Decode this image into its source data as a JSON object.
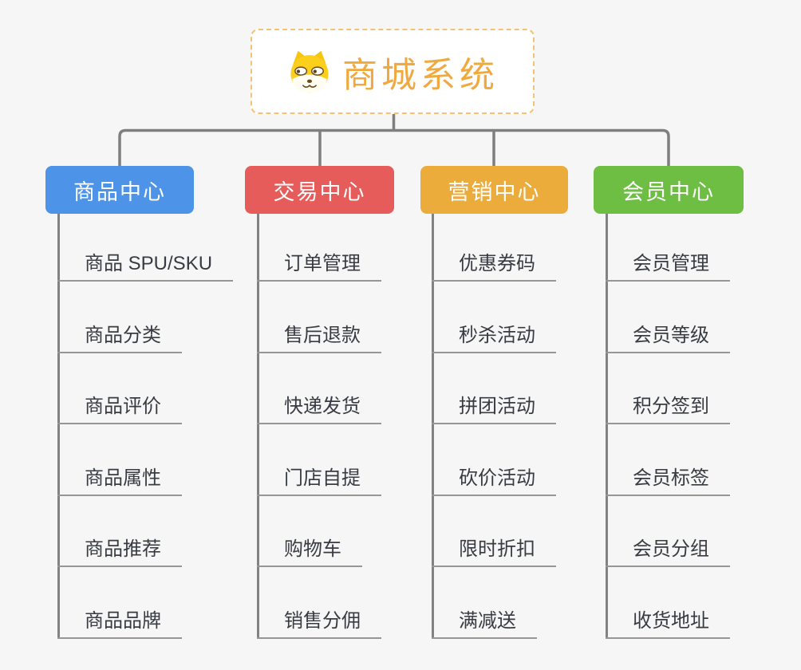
{
  "root": {
    "title": "商城系统",
    "icon": "dog-face-icon"
  },
  "branches": [
    {
      "label": "商品中心",
      "color": "#4d94e9",
      "items": [
        "商品 SPU/SKU",
        "商品分类",
        "商品评价",
        "商品属性",
        "商品推荐",
        "商品品牌"
      ]
    },
    {
      "label": "交易中心",
      "color": "#e65c5b",
      "items": [
        "订单管理",
        "售后退款",
        "快递发货",
        "门店自提",
        "购物车",
        "销售分佣"
      ]
    },
    {
      "label": "营销中心",
      "color": "#ecac3c",
      "items": [
        "优惠券码",
        "秒杀活动",
        "拼团活动",
        "砍价活动",
        "限时折扣",
        "满减送"
      ]
    },
    {
      "label": "会员中心",
      "color": "#6fbe44",
      "items": [
        "会员管理",
        "会员等级",
        "积分签到",
        "会员标签",
        "会员分组",
        "收货地址"
      ]
    }
  ],
  "colors": {
    "background": "#f6f6f6",
    "connector": "#7f7f7f",
    "underline": "#969696",
    "item_text": "#383c42",
    "root_accent": "#f0a93e",
    "root_border": "#f5c273"
  }
}
